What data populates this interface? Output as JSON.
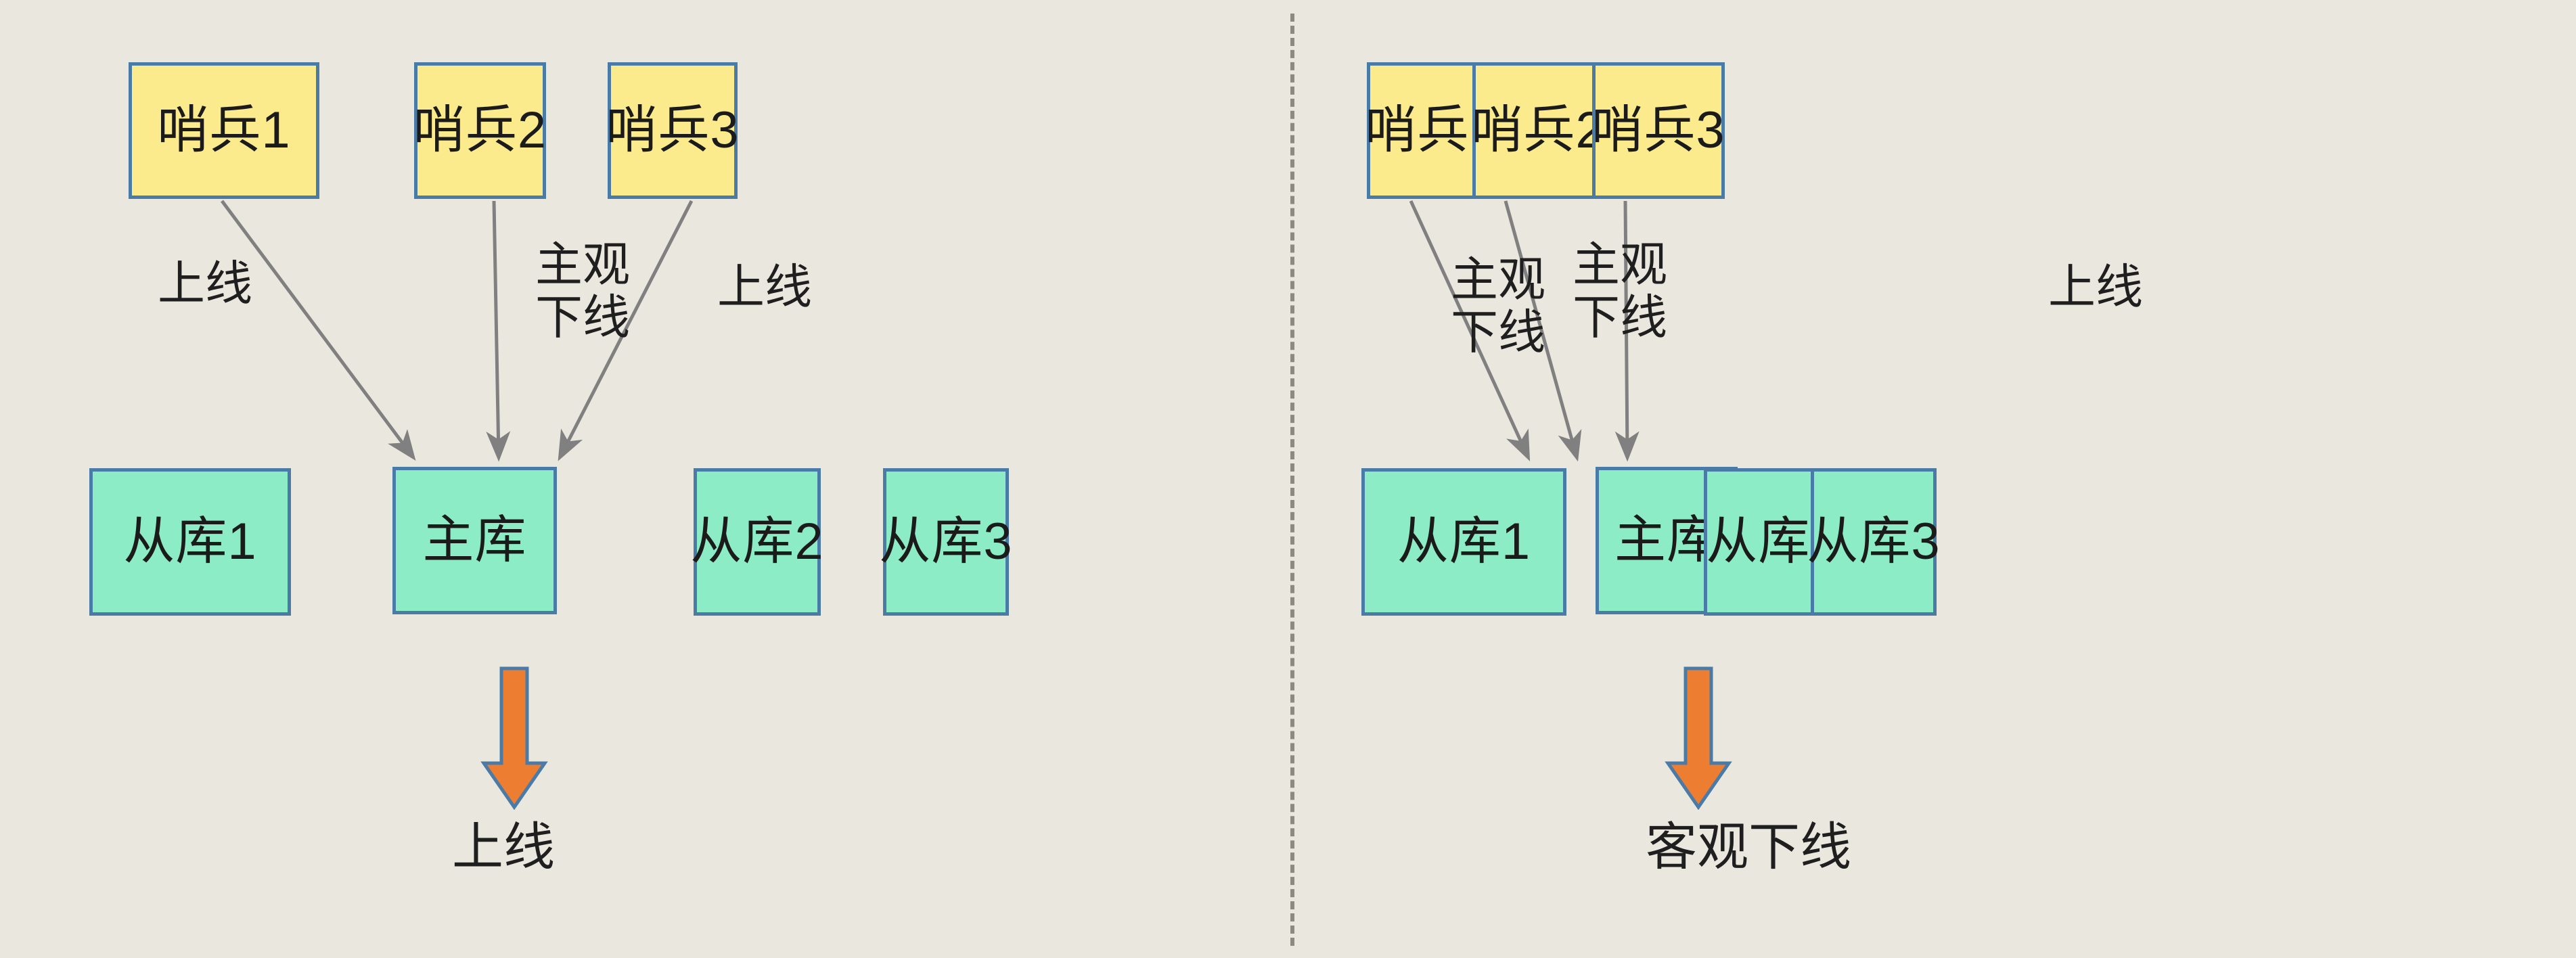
{
  "diagram": {
    "title_present": false,
    "colors": {
      "background": "#eae8de",
      "sentinel_fill": "#fbeb8d",
      "db_fill": "#8cecc5",
      "node_border": "#4a7ba7",
      "arrow_stroke": "#808080",
      "big_arrow_fill": "#ed7d31",
      "divider": "#8d8b80",
      "text": "#1f1f1f"
    },
    "divider": {
      "style": "dashed",
      "orientation": "vertical"
    },
    "panels": [
      {
        "id": "left",
        "sentinels": [
          {
            "label": "哨兵1"
          },
          {
            "label": "哨兵2"
          },
          {
            "label": "哨兵3"
          }
        ],
        "databases": [
          {
            "label": "从库1"
          },
          {
            "label": "主库"
          },
          {
            "label": "从库2"
          },
          {
            "label": "从库3"
          }
        ],
        "edges": [
          {
            "from": "哨兵1",
            "to": "主库",
            "label": "上线"
          },
          {
            "from": "哨兵2",
            "to": "主库",
            "label": "主观\n下线"
          },
          {
            "from": "哨兵3",
            "to": "主库",
            "label": "上线"
          }
        ],
        "outcome": {
          "label": "上线",
          "arrow": "down-arrow-icon"
        }
      },
      {
        "id": "right",
        "sentinels": [
          {
            "label": "哨兵1"
          },
          {
            "label": "哨兵2"
          },
          {
            "label": "哨兵3"
          }
        ],
        "databases": [
          {
            "label": "从库1"
          },
          {
            "label": "主库"
          },
          {
            "label": "从库2"
          },
          {
            "label": "从库3"
          }
        ],
        "edges": [
          {
            "from": "哨兵1",
            "to": "主库",
            "label": "主观\n下线"
          },
          {
            "from": "哨兵2",
            "to": "主库",
            "label": "主观\n下线"
          },
          {
            "from": "哨兵3",
            "to": "主库",
            "label": "上线"
          }
        ],
        "outcome": {
          "label": "客观下线",
          "arrow": "down-arrow-icon"
        }
      }
    ]
  }
}
